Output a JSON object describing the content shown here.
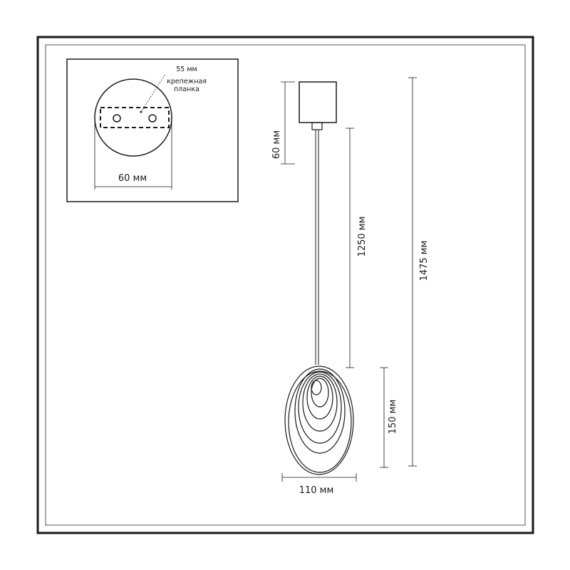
{
  "labels": {
    "bracket_width": "55 мм",
    "bracket_caption_line1": "крепежная",
    "bracket_caption_line2": "планка",
    "canopy_diameter": "60 мм",
    "canopy_height": "60 мм",
    "cable_length": "1250 мм",
    "total_height": "1475 мм",
    "shade_height": "150 мм",
    "shade_width": "110 мм"
  }
}
